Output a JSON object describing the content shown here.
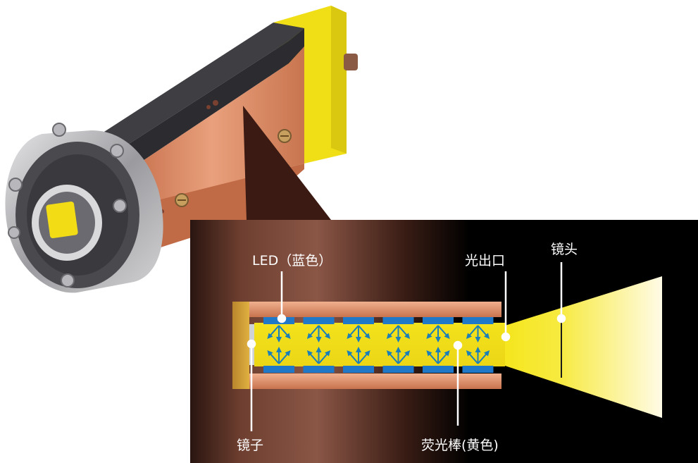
{
  "labels": {
    "led": "LED（蓝色）",
    "light_outlet": "光出口",
    "lens": "镜头",
    "mirror": "镜子",
    "fluorescent_rod": "荧光棒(黄色)"
  },
  "colors": {
    "copper": "#d98a66",
    "copper_dark": "#b4623f",
    "housing_dark": "#3c3c3f",
    "yellow": "#f2e21b",
    "led_blue": "#1f78c8",
    "arrow_blue": "#1a7fb8",
    "panel_black": "#000000"
  }
}
